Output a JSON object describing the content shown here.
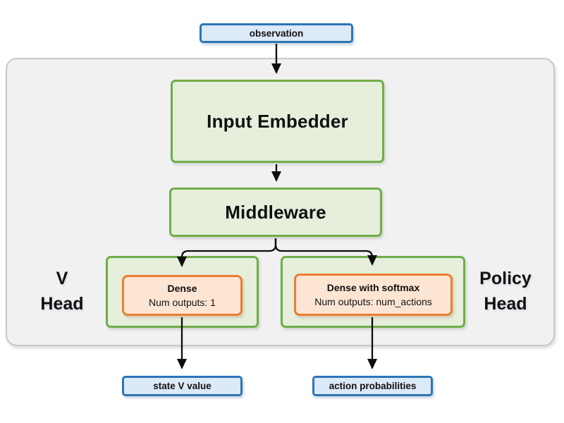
{
  "colors": {
    "blue_fill": "#dce9f7",
    "blue_border": "#2e75b6",
    "green_fill": "#e5efdb",
    "green_border": "#70ad47",
    "orange_fill": "#fde5d3",
    "orange_border": "#ed7d31",
    "container_fill": "#f1f1f2",
    "container_border": "#c7c8ca",
    "arrow": "#0d0d0d"
  },
  "nodes": {
    "observation": "observation",
    "input_embedder": "Input Embedder",
    "middleware": "Middleware",
    "v_head_label": "V\nHead",
    "v_head_dense_title": "Dense",
    "v_head_dense_outputs": "Num outputs: 1",
    "policy_head_label": "Policy\nHead",
    "policy_head_dense_title": "Dense with softmax",
    "policy_head_dense_outputs": "Num outputs: num_actions",
    "state_v_value": "state V value",
    "action_probabilities": "action probabilities"
  }
}
